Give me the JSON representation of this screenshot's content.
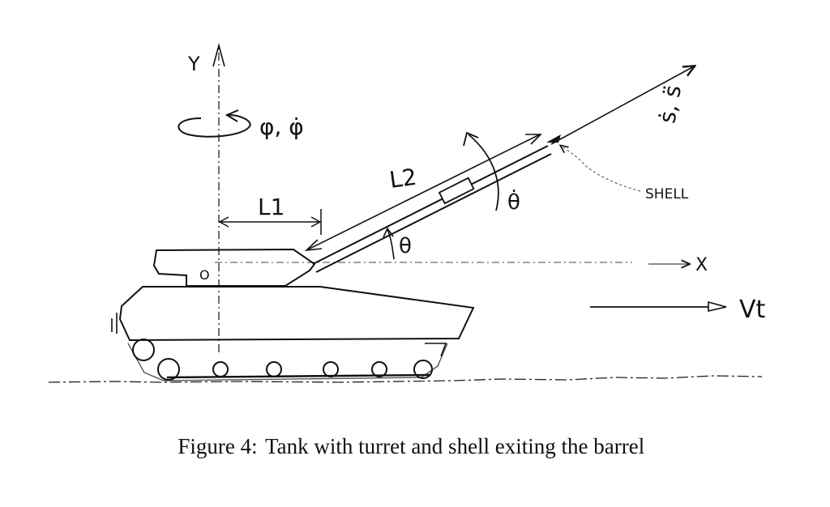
{
  "labels": {
    "y_axis": "Y",
    "x_axis": "X",
    "yaw": "φ, φ̇",
    "l1": "L1",
    "l2": "L2",
    "theta": "θ",
    "theta_dot": "θ̇",
    "shell_motion": "ṡ, s̈",
    "shell": "SHELL",
    "origin": "O",
    "velocity": "Vt"
  },
  "caption": {
    "prefix": "Figure 4:",
    "text": "Tank with turret and shell exiting the barrel"
  }
}
